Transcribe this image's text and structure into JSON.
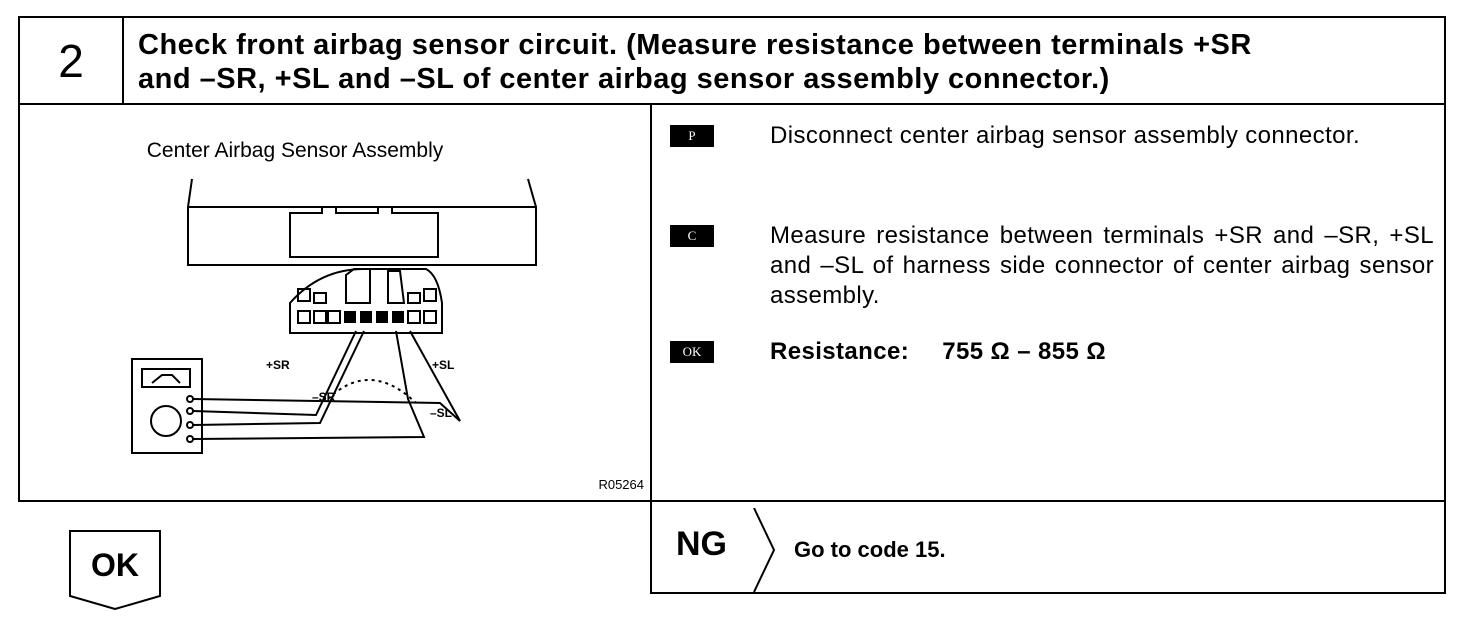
{
  "step": {
    "number": "2",
    "title_line1": "Check front airbag sensor circuit. (Measure resistance between terminals +SR",
    "title_line2": "and –SR, +SL and –SL of center airbag sensor assembly connector.)"
  },
  "diagram": {
    "title": "Center Airbag Sensor Assembly",
    "labels": {
      "plus_sr": "+SR",
      "minus_sr": "–SR",
      "plus_sl": "+SL",
      "minus_sl": "–SL"
    },
    "figure_code": "R05264"
  },
  "instructions": [
    {
      "badge": "P",
      "text": "Disconnect center airbag sensor assembly connector."
    },
    {
      "badge": "C",
      "text": "Measure resistance between terminals +SR and –SR, +SL and –SL of harness side connector of center airbag sensor assembly."
    },
    {
      "badge": "OK",
      "label": "Resistance:",
      "value": "755 Ω – 855 Ω"
    }
  ],
  "result_ok": {
    "label": "OK"
  },
  "result_ng": {
    "label": "NG",
    "action": "Go to code 15."
  }
}
